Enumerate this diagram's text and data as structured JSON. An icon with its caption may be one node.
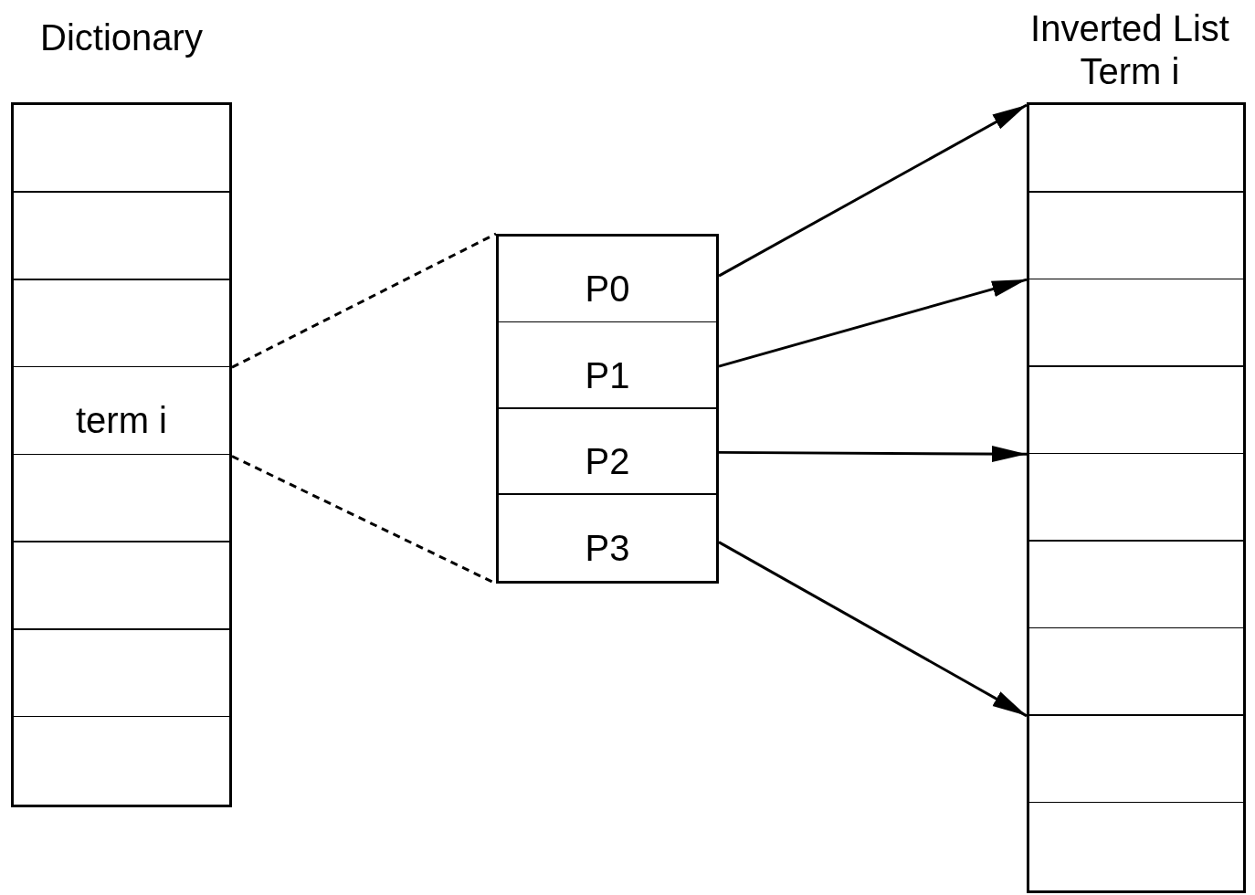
{
  "diagram": {
    "nodes": [
      {
        "text": [
          "Dictionary"
        ]
      },
      {
        "text": [],
        "shape": "box",
        "in": 0
      },
      {
        "text": [],
        "shape": "box",
        "in": 0
      },
      {
        "text": [],
        "shape": "box",
        "in": 0
      },
      {
        "text": [
          "term i"
        ],
        "in": 0
      },
      {
        "text": [],
        "shape": "box",
        "in": 0
      },
      {
        "text": [],
        "shape": "box",
        "in": 0
      },
      {
        "text": [],
        "shape": "box",
        "in": 0
      },
      {
        "text": [],
        "shape": "box",
        "in": 0
      },
      {
        "text": [],
        "shape": "box"
      },
      {
        "text": [
          "P0"
        ],
        "in": 9
      },
      {
        "text": [
          "P1"
        ],
        "in": 9
      },
      {
        "text": [
          "P2"
        ],
        "in": 9
      },
      {
        "text": [
          "P3"
        ],
        "in": 9
      },
      {
        "text": [
          "Inverted List Term i"
        ]
      },
      {
        "text": [],
        "shape": "box",
        "in": 14
      },
      {
        "text": [],
        "shape": "box",
        "in": 14
      },
      {
        "text": [],
        "shape": "box",
        "in": 14
      },
      {
        "text": [],
        "shape": "box",
        "in": 14
      },
      {
        "text": [],
        "shape": "box",
        "in": 14
      },
      {
        "text": [],
        "shape": "box",
        "in": 14
      },
      {
        "text": [],
        "shape": "box",
        "in": 14
      },
      {
        "text": [],
        "shape": "box",
        "in": 14
      },
      {
        "text": [],
        "shape": "box",
        "in": 14
      }
    ],
    "edges": [
      {
        "from": 4,
        "to": 9,
        "arrow": "none",
        "style": "dashed"
      },
      {
        "from": 4,
        "to": 9,
        "arrow": "none",
        "style": "dashed"
      },
      {
        "from": 10,
        "to": 15,
        "arrow": "to"
      },
      {
        "from": 11,
        "to": 17,
        "arrow": "to"
      },
      {
        "from": 12,
        "to": 19,
        "arrow": "to"
      },
      {
        "from": 13,
        "to": 22,
        "arrow": "to"
      }
    ]
  }
}
